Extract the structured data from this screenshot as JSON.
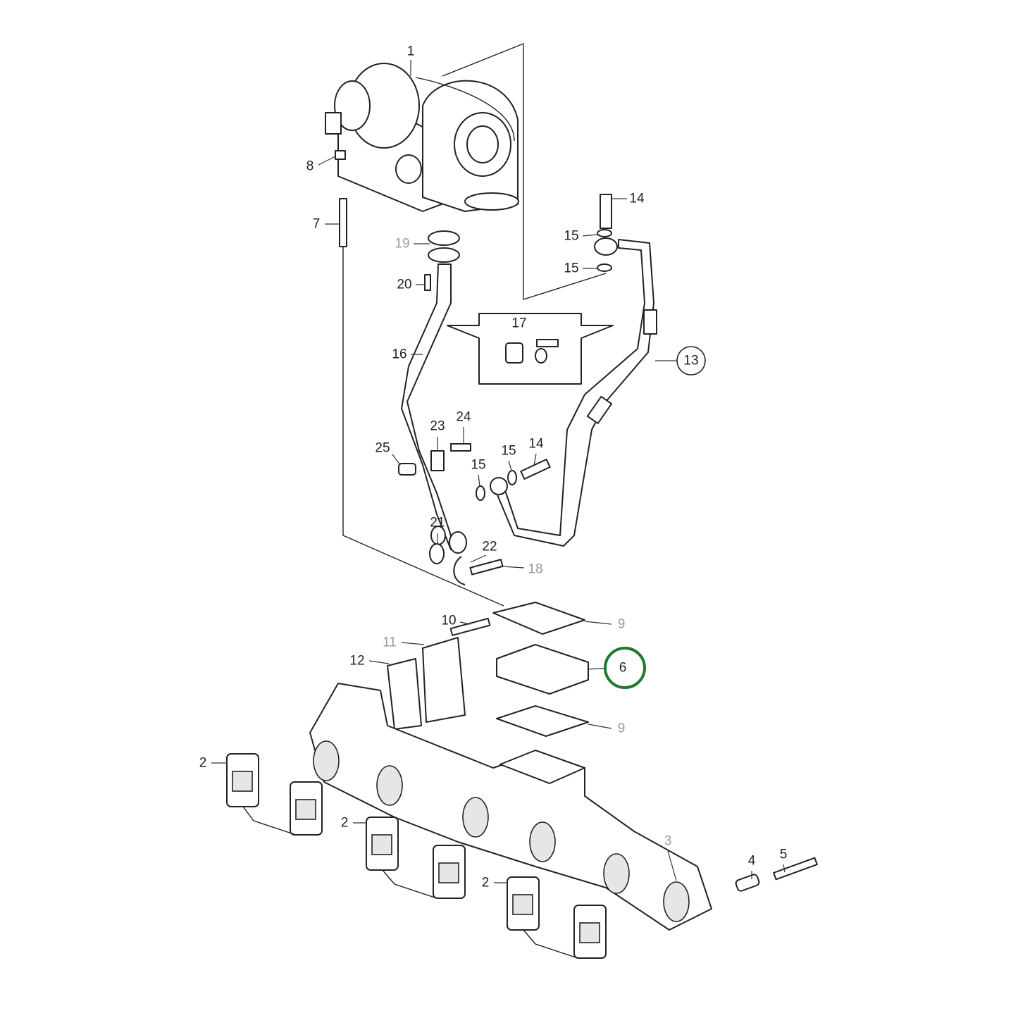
{
  "highlight_color": "#1e7a2e",
  "callouts": [
    {
      "id": "c1",
      "text": "1",
      "tone": "black"
    },
    {
      "id": "c8",
      "text": "8",
      "tone": "black"
    },
    {
      "id": "c7",
      "text": "7",
      "tone": "black"
    },
    {
      "id": "c19",
      "text": "19",
      "tone": "gray"
    },
    {
      "id": "c20",
      "text": "20",
      "tone": "black"
    },
    {
      "id": "c14a",
      "text": "14",
      "tone": "black"
    },
    {
      "id": "c15a",
      "text": "15",
      "tone": "black"
    },
    {
      "id": "c15b",
      "text": "15",
      "tone": "black"
    },
    {
      "id": "c17",
      "text": "17",
      "tone": "black"
    },
    {
      "id": "c16",
      "text": "16",
      "tone": "black"
    },
    {
      "id": "c13",
      "text": "13",
      "tone": "black",
      "circled": true
    },
    {
      "id": "c24",
      "text": "24",
      "tone": "black"
    },
    {
      "id": "c23",
      "text": "23",
      "tone": "black"
    },
    {
      "id": "c25",
      "text": "25",
      "tone": "black"
    },
    {
      "id": "c15c",
      "text": "15",
      "tone": "black"
    },
    {
      "id": "c15d",
      "text": "15",
      "tone": "black"
    },
    {
      "id": "c14b",
      "text": "14",
      "tone": "black"
    },
    {
      "id": "c21",
      "text": "21",
      "tone": "black"
    },
    {
      "id": "c22",
      "text": "22",
      "tone": "black"
    },
    {
      "id": "c18",
      "text": "18",
      "tone": "gray"
    },
    {
      "id": "c10",
      "text": "10",
      "tone": "black"
    },
    {
      "id": "c9a",
      "text": "9",
      "tone": "gray"
    },
    {
      "id": "c11",
      "text": "11",
      "tone": "gray"
    },
    {
      "id": "c12",
      "text": "12",
      "tone": "black"
    },
    {
      "id": "c6",
      "text": "6",
      "tone": "black",
      "highlighted": true
    },
    {
      "id": "c9b",
      "text": "9",
      "tone": "gray"
    },
    {
      "id": "c2a",
      "text": "2",
      "tone": "black"
    },
    {
      "id": "c2b",
      "text": "2",
      "tone": "black"
    },
    {
      "id": "c2c",
      "text": "2",
      "tone": "black"
    },
    {
      "id": "c3",
      "text": "3",
      "tone": "gray"
    },
    {
      "id": "c4",
      "text": "4",
      "tone": "black"
    },
    {
      "id": "c5",
      "text": "5",
      "tone": "black"
    }
  ]
}
